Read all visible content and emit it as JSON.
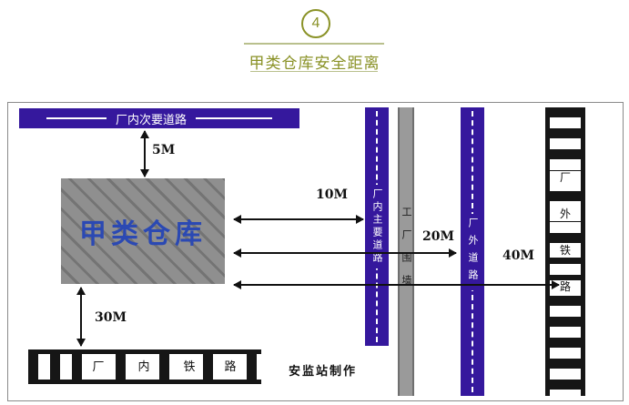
{
  "header": {
    "step_number": "4",
    "title": "甲类仓库安全距离"
  },
  "diagram": {
    "warehouse": {
      "label": "甲类仓库"
    },
    "secondary_road": {
      "label": "厂内次要道路"
    },
    "main_road": {
      "label": "厂内主要道路"
    },
    "factory_wall": {
      "label": "工厂围墙"
    },
    "outer_road": {
      "label": "厂外道路"
    },
    "outer_railway": {
      "chars": [
        "厂",
        "外",
        "铁",
        "路"
      ]
    },
    "inner_railway": {
      "chars": [
        "厂",
        "内",
        "铁",
        "路"
      ]
    },
    "distances": {
      "to_secondary_road": "5M",
      "to_main_road": "10M",
      "to_outer_road": "20M",
      "to_inner_railway": "30M",
      "to_outer_railway": "40M"
    },
    "credit": "安监站制作",
    "colors": {
      "road_purple": "#35189d",
      "warehouse_gray": "#8f8f8f",
      "warehouse_text_blue": "#2b49b3",
      "accent_olive": "#8a9227"
    }
  }
}
